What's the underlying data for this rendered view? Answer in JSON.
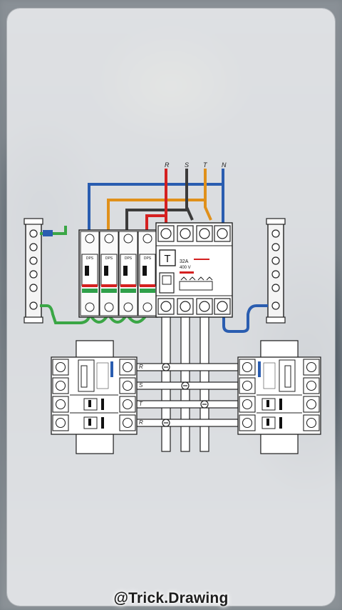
{
  "phase_labels": {
    "r": "R",
    "s": "S",
    "t": "T",
    "n": "N"
  },
  "dps_label": "DPS",
  "rcd": {
    "test_label": "T",
    "rating": "32A",
    "voltage": "400 V"
  },
  "bus_labels": [
    "R",
    "S",
    "T",
    "R"
  ],
  "watermark": "@Trick.Drawing",
  "colors": {
    "r": "#d42020",
    "s": "#3b3b3b",
    "t": "#e0901a",
    "n": "#2a5db0",
    "ground": "#3aa645",
    "dps_green": "#2fa04a"
  }
}
